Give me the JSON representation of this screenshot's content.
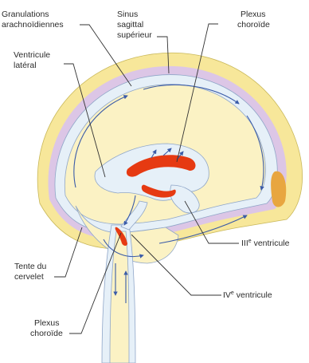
{
  "labels": {
    "granulations_line1": "Granulations",
    "granulations_line2": "arachnoïdiennes",
    "sinus_line1": "Sinus",
    "sinus_line2": "sagittal",
    "sinus_line3": "supérieur",
    "plexus_top_line1": "Plexus",
    "plexus_top_line2": "choroïde",
    "ventricule_lateral_line1": "Ventricule",
    "ventricule_lateral_line2": "latéral",
    "third_ventricle_prefix": "III",
    "third_ventricle_sup": "e",
    "third_ventricle_word": " ventricule",
    "tente_line1": "Tente du",
    "tente_line2": "cervelet",
    "fourth_ventricle_prefix": "IV",
    "fourth_ventricle_sup": "e",
    "fourth_ventricle_word": " ventricule",
    "plexus_bottom_line1": "Plexus",
    "plexus_bottom_line2": "choroïde"
  },
  "colors": {
    "skull": "#f7e79a",
    "skull_stroke": "#c9b85a",
    "meninges": "#dcc6e6",
    "brain": "#fbf2c4",
    "csf": "#e6f0f8",
    "csf_stroke": "#8fa6c8",
    "plexus": "#e63a12",
    "arrows": "#3a5ba8",
    "background": "#ffffff"
  }
}
